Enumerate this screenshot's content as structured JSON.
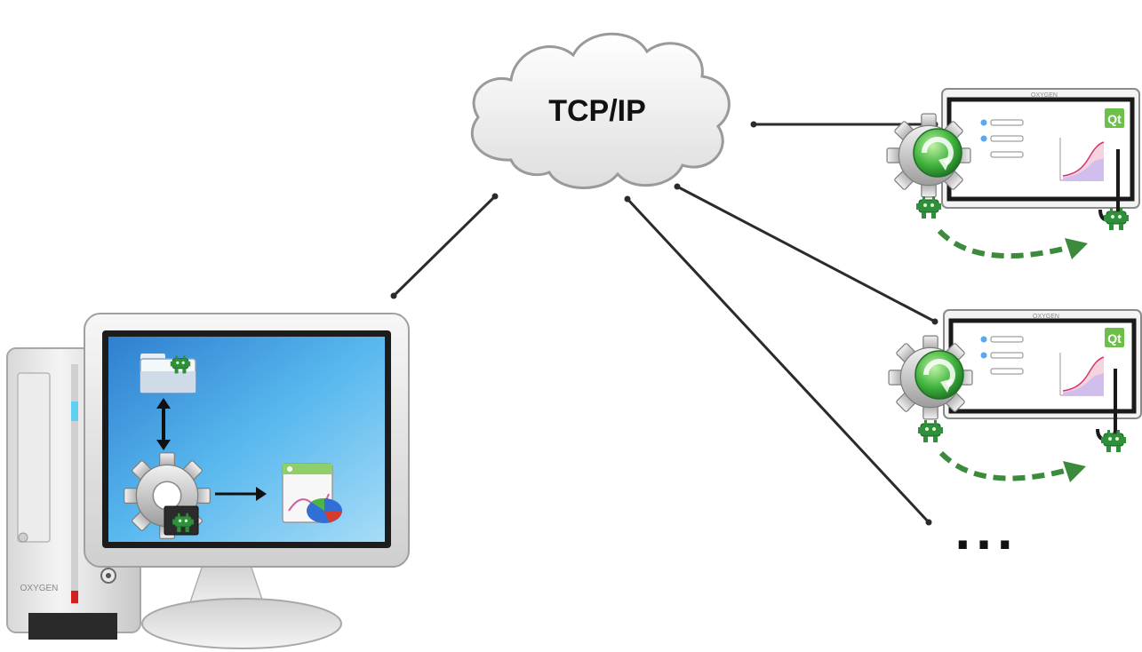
{
  "network": {
    "label": "TCP/IP"
  },
  "host": {
    "brand": "OXYGEN"
  },
  "targets": [
    {
      "brand": "OXYGEN",
      "badge": "Qt"
    },
    {
      "brand": "OXYGEN",
      "badge": "Qt"
    }
  ],
  "more": {
    "label": "..."
  },
  "colors": {
    "line": "#2b2b2b",
    "cloud_stroke": "#9a9a9a",
    "robot": "#2f8f3a",
    "arrow_green": "#3c8a3c",
    "screen_blue": "#58b8ee"
  }
}
